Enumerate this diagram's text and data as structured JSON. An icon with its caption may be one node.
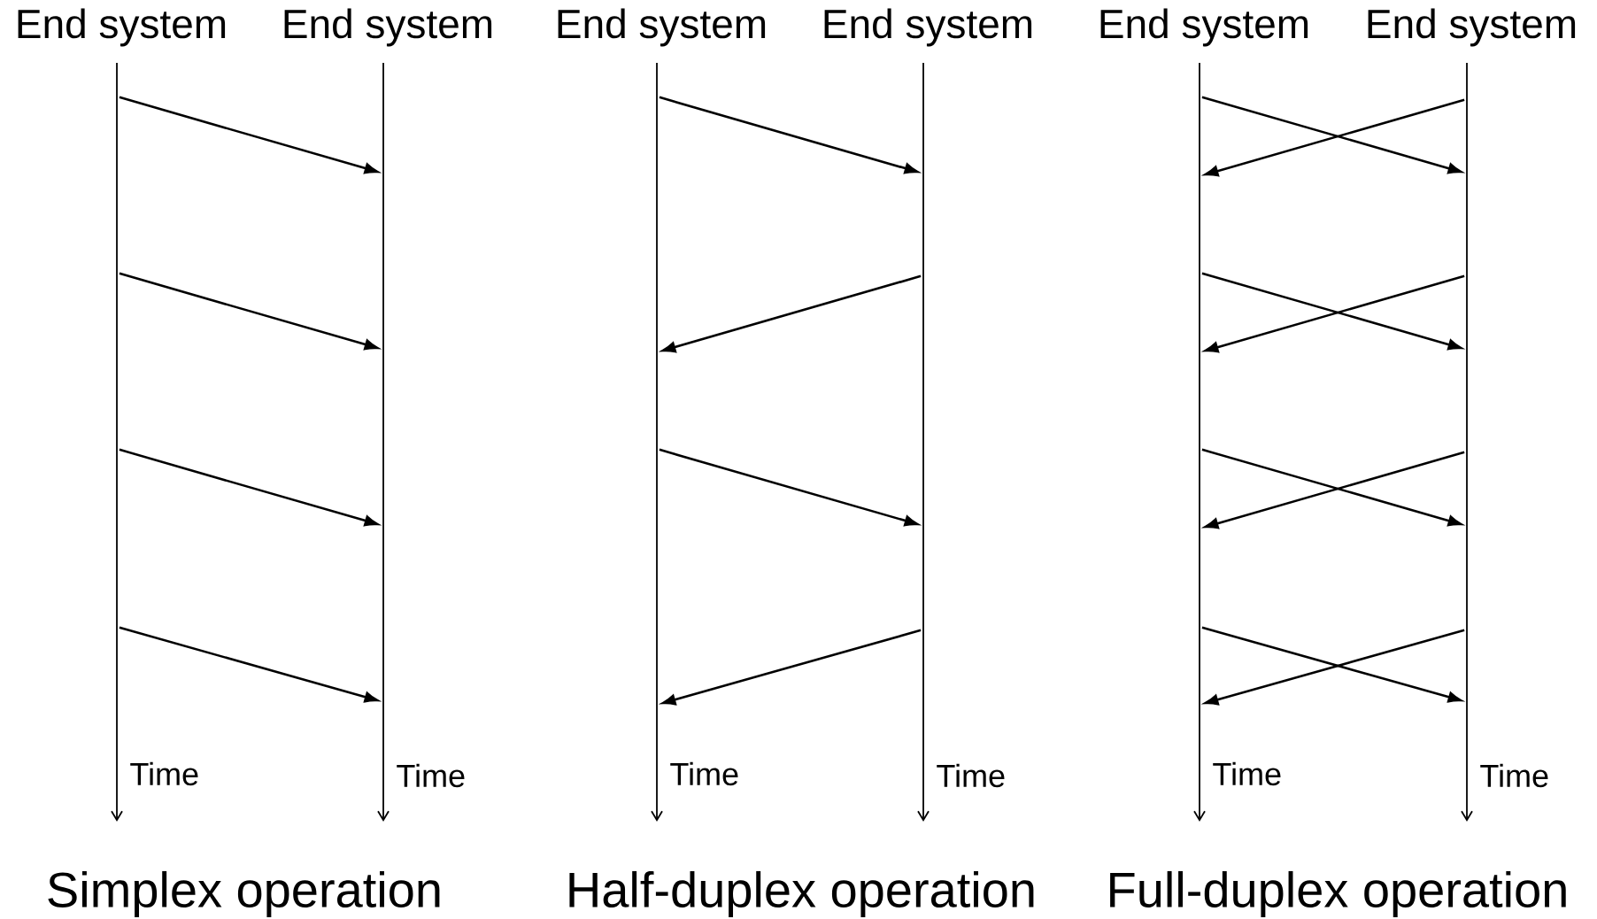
{
  "diagram": {
    "nodes": [
      {
        "text": [],
        "shape": "line",
        "beside": [
          "End system",
          "Time"
        ]
      },
      {
        "text": [],
        "shape": "line",
        "beside": [
          "End system",
          "Time"
        ]
      },
      {
        "text": [],
        "shape": "line",
        "beside": [
          "End system",
          "Time"
        ]
      },
      {
        "text": [],
        "shape": "line",
        "beside": [
          "End system",
          "Time"
        ]
      },
      {
        "text": [],
        "shape": "line",
        "beside": [
          "End system",
          "Time"
        ]
      },
      {
        "text": [],
        "shape": "line",
        "beside": [
          "End system",
          "Time"
        ]
      }
    ],
    "edges": [
      {
        "from": 0,
        "to": 1,
        "arrow": "to"
      },
      {
        "from": 0,
        "to": 1,
        "arrow": "to"
      },
      {
        "from": 0,
        "to": 1,
        "arrow": "to"
      },
      {
        "from": 0,
        "to": 1,
        "arrow": "to"
      },
      {
        "from": 2,
        "to": 3,
        "arrow": "to"
      },
      {
        "from": 3,
        "to": 2,
        "arrow": "to"
      },
      {
        "from": 2,
        "to": 3,
        "arrow": "to"
      },
      {
        "from": 3,
        "to": 2,
        "arrow": "to"
      },
      {
        "from": 4,
        "to": 5,
        "arrow": "to"
      },
      {
        "from": 5,
        "to": 4,
        "arrow": "to"
      },
      {
        "from": 4,
        "to": 5,
        "arrow": "to"
      },
      {
        "from": 5,
        "to": 4,
        "arrow": "to"
      },
      {
        "from": 4,
        "to": 5,
        "arrow": "to"
      },
      {
        "from": 5,
        "to": 4,
        "arrow": "to"
      },
      {
        "from": 4,
        "to": 5,
        "arrow": "to"
      },
      {
        "from": 5,
        "to": 4,
        "arrow": "to"
      }
    ],
    "labels": [
      "Simplex operation",
      "Half-duplex operation",
      "Full-duplex operation"
    ]
  }
}
